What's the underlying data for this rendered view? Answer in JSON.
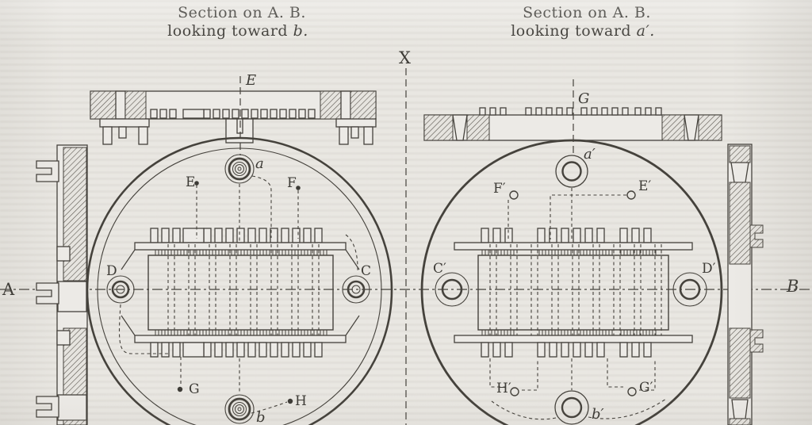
{
  "colors": {
    "paper": "#e9e7e2",
    "ink": "#45423c"
  },
  "axes": {
    "x_label": "X",
    "a_label": "A",
    "b_label": "B"
  },
  "left_figure": {
    "title_line1": "Section on A. B.",
    "title_line2_text": "looking toward ",
    "title_line2_var": "b.",
    "section_line_label": "E",
    "posts": {
      "top": "a",
      "bottom": "b",
      "left": "D",
      "right": "C"
    },
    "wires": {
      "e": "E",
      "f": "F",
      "g": "G",
      "h": "H"
    }
  },
  "right_figure": {
    "title_line1": "Section on A. B.",
    "title_line2_text": "looking toward ",
    "title_line2_var": "a′.",
    "section_line_label": "G",
    "posts": {
      "top": "a′",
      "bottom": "b′",
      "left": "C′",
      "right": "D′"
    },
    "wires": {
      "e": "E′",
      "f": "F′",
      "g": "G′",
      "h": "H′"
    }
  }
}
